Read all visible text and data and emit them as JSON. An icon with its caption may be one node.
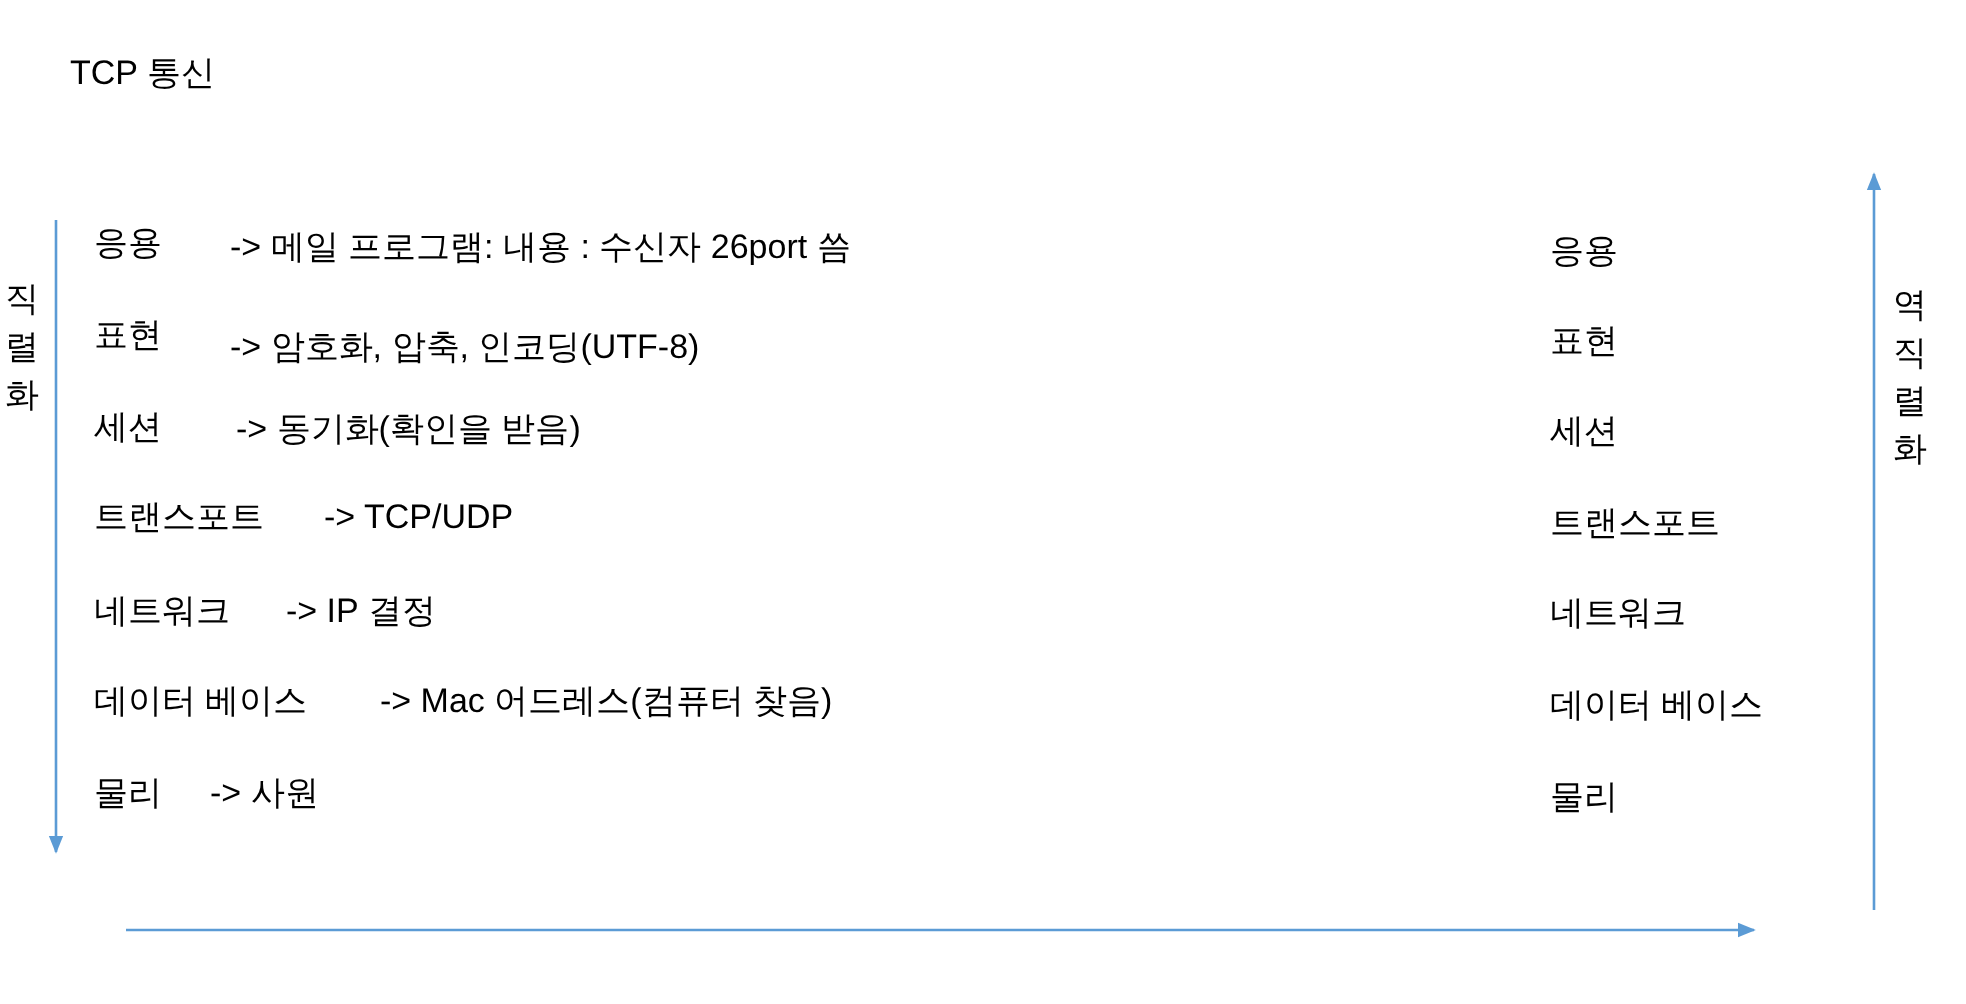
{
  "diagram": {
    "title": "TCP 통신",
    "labels": [
      "직렬화",
      "응용",
      "-> 메일 프로그램: 내용 : 수신자 26port 씀",
      "응용",
      "역직렬화",
      "표현",
      "-> 암호화, 압축, 인코딩(UTF-8)",
      "표현",
      "세션",
      "-> 동기화(확인을 받음)",
      "세션",
      "트랜스포트",
      "-> TCP/UDP",
      "트랜스포트",
      "네트워크",
      "-> IP 결정",
      "네트워크",
      "데이터 베이스",
      "-> Mac 어드레스(컴퓨터 찾음)",
      "데이터 베이스",
      "물리",
      "-> 사원",
      "물리"
    ]
  }
}
